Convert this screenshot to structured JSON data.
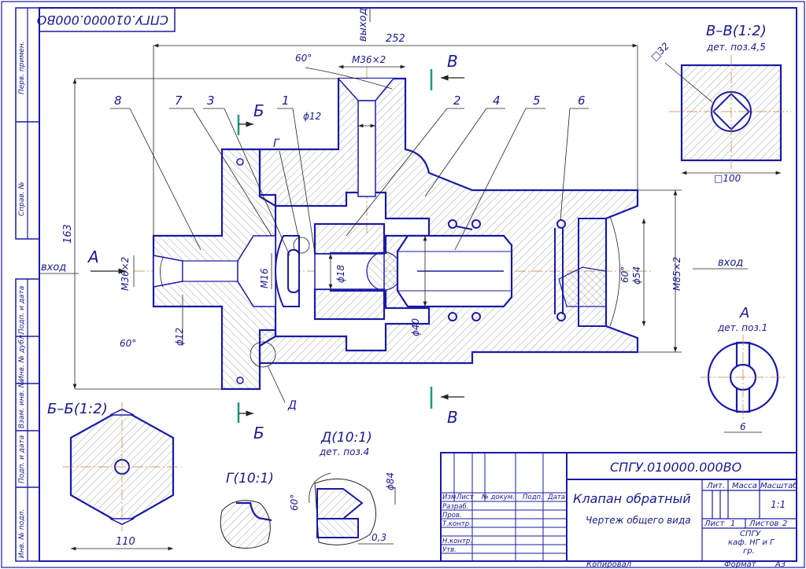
{
  "drawing": {
    "code": "СПГУ.010000.000ВО",
    "code_rotated": "СПГУ.010000.000ВО",
    "title": "Клапан обратный",
    "subtitle": "Чертеж общего вида",
    "scale": "1:1",
    "sheet_label": "Лист",
    "sheet_no": "1",
    "sheets_label": "Листов",
    "sheets_total": "2",
    "org_line1": "СПГУ",
    "org_line2": "каф. НГ и Г",
    "org_line3": "гр.",
    "copied": "Копировал",
    "format_label": "Формат",
    "format_value": "А3"
  },
  "title_block": {
    "lit": "Лит.",
    "mass": "Масса",
    "scale_hdr": "Масштаб",
    "cols": [
      "Изм.",
      "Лист",
      "№ докум.",
      "Подп.",
      "Дата"
    ],
    "rows": [
      "Разраб.",
      "Пров.",
      "Т.контр.",
      "",
      "Н.контр.",
      "Утв."
    ]
  },
  "side_stamps": [
    "Перв. примен.",
    "Справ. №",
    "Подп. и дата",
    "Инв. № дубл.",
    "Взам. инв. №",
    "Подп. и дата",
    "Инв. № подл."
  ],
  "views": {
    "main_dims": {
      "overall_len": "252",
      "height": "163",
      "m36_top": "M36×2",
      "angle_top": "60°",
      "d12_top": "ϕ12",
      "m36_left": "M36×2",
      "angle_left": "60°",
      "d12_left": "ϕ12",
      "m16": "M16",
      "d18": "ϕ18",
      "d40": "ϕ40",
      "d54": "ϕ54",
      "m85": "M85×2",
      "angle_right": "60°"
    },
    "flow": {
      "out": "выход",
      "in_left": "вход",
      "in_right": "вход"
    },
    "markers": {
      "A": "А",
      "B": "Б",
      "V": "В",
      "G": "Г",
      "D": "Д"
    },
    "positions": [
      "8",
      "7",
      "3",
      "1",
      "2",
      "4",
      "5",
      "6"
    ],
    "section_vv": {
      "title": "В–В(1:2)",
      "sub": "дет. поз.4,5",
      "dim_square": "□32",
      "dim_outer": "□100"
    },
    "view_a": {
      "title": "А",
      "sub": "дет. поз.1",
      "dim": "6"
    },
    "section_bb": {
      "title": "Б–Б(1:2)",
      "dim": "110"
    },
    "detail_g": {
      "title": "Г(10:1)"
    },
    "detail_d": {
      "title": "Д(10:1)",
      "sub": "дет. поз.4",
      "d84": "ϕ84",
      "gap": "0,3",
      "angle": "60°"
    }
  }
}
